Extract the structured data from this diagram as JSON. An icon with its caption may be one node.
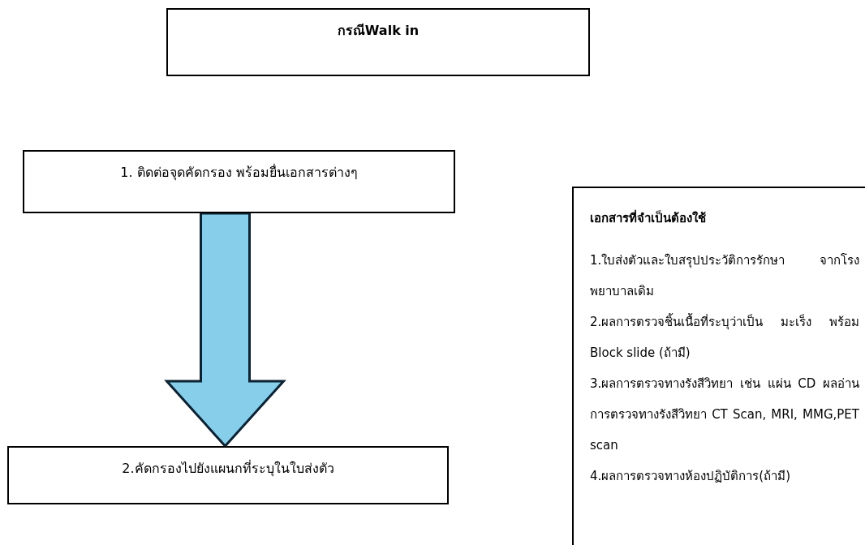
{
  "diagram": {
    "nodes": [
      {
        "text": [
          "กรณีWalk in"
        ]
      },
      {
        "text": [
          "1. ติดต่อจุดคัดกรอง พร้อมยื่นเอกสารต่างๆ"
        ]
      },
      {
        "text": [
          "2.คัดกรองไปยังแผนกที่ระบุในใบส่งตัว"
        ]
      },
      {
        "text": [
          "เอกสารที่จำเป็นต้องใช้",
          "1.ใบส่งตัวและใบสรุปประวัติการรักษา จากโรงพยาบาลเดิม",
          "2.ผลการตรวจชิ้นเนื้อที่ระบุว่าเป็น มะเร็ง พร้อม Block slide (ถ้ามี)",
          "3.ผลการตรวจทางรังสีวิทยา เช่น แผ่น CD ผลอ่านการตรวจทางรังสีวิทยา CT Scan, MRI, MMG,PET scan",
          "4.ผลการตรวจทางห้องปฏิบัติการ(ถ้ามี)"
        ]
      }
    ],
    "edges": [
      {
        "from": 1,
        "to": 2,
        "arrow": "to",
        "style": "thick"
      }
    ]
  }
}
